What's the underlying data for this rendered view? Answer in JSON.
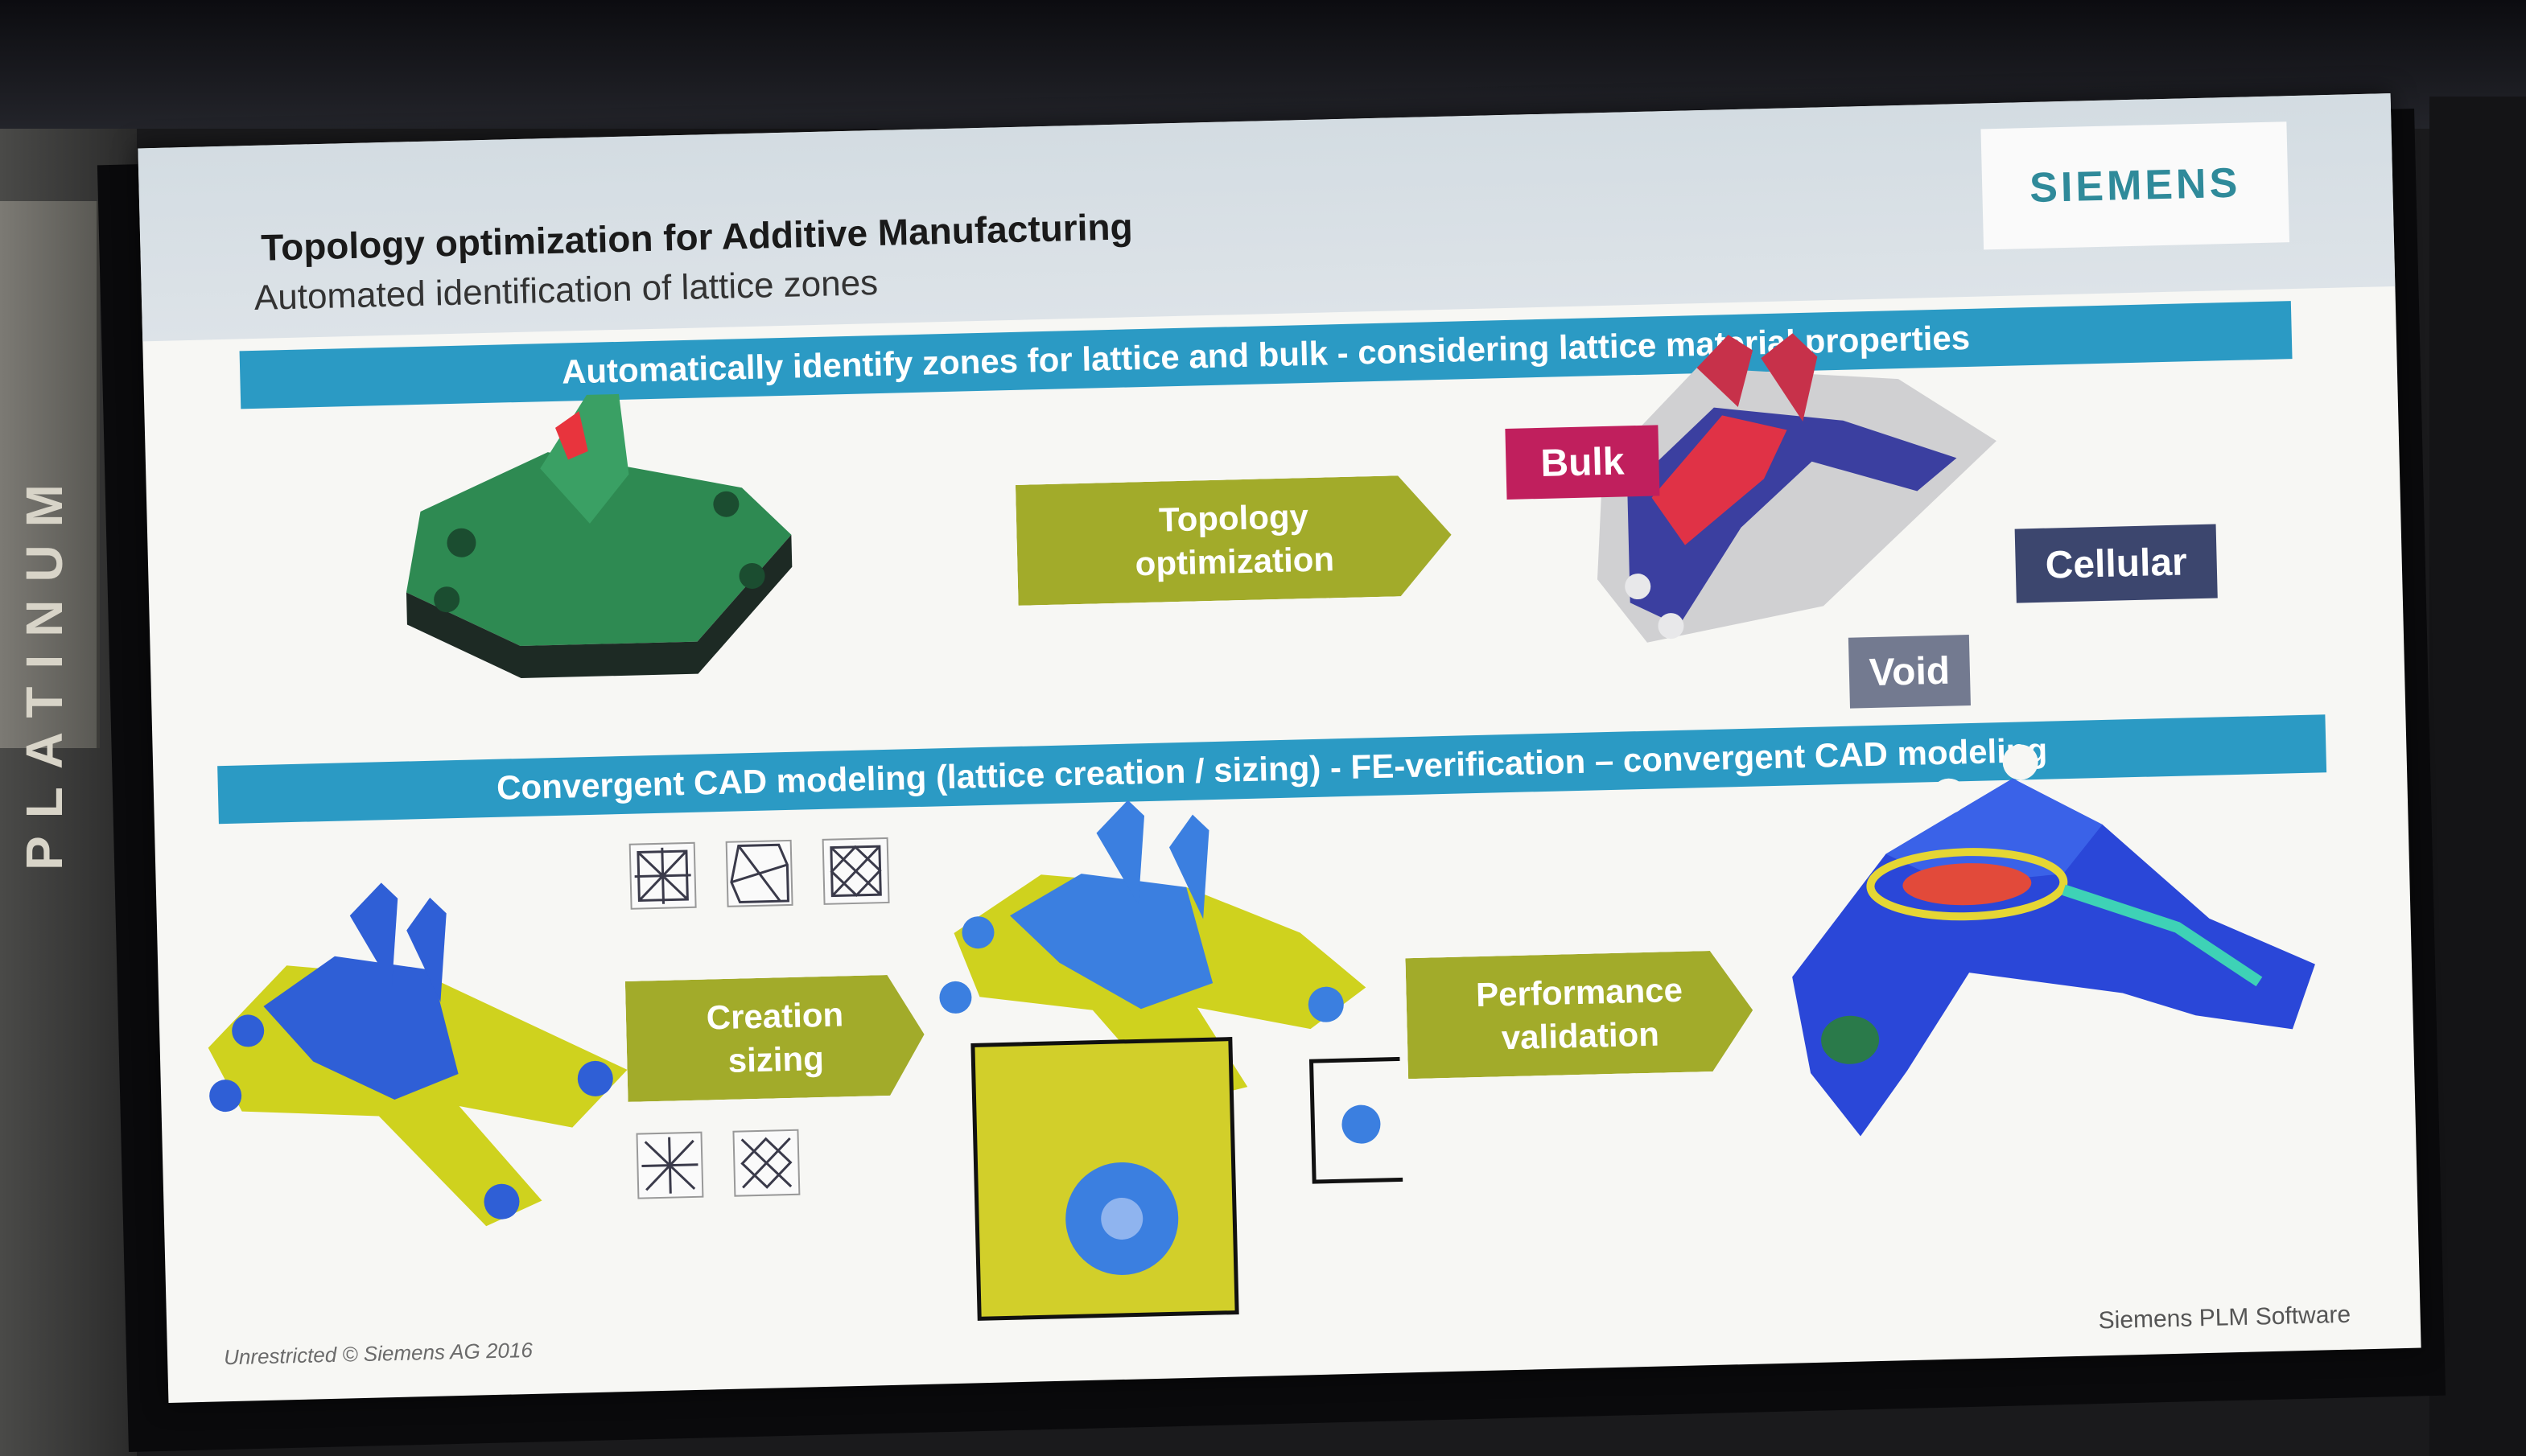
{
  "venue": {
    "pillar_text": "PLATINUM"
  },
  "slide": {
    "title": "Topology optimization for Additive Manufacturing",
    "subtitle": "Automated identification of lattice zones",
    "logo": "SIEMENS",
    "banner_top": "Automatically identify zones for lattice and bulk - considering lattice material properties",
    "banner_bottom": "Convergent CAD modeling (lattice creation / sizing) -  FE-verification – convergent CAD modeling",
    "arrows": {
      "topology": {
        "line1": "Topology",
        "line2": "optimization"
      },
      "creation": {
        "line1": "Creation",
        "line2": "sizing"
      },
      "performance": {
        "line1": "Performance",
        "line2": "validation"
      }
    },
    "labels": {
      "bulk": "Bulk",
      "cellular": "Cellular",
      "void": "Void"
    },
    "footer_left": "Unrestricted © Siemens AG 2016",
    "footer_right": "Siemens PLM Software"
  },
  "colors": {
    "banner": "#2b9ac4",
    "arrow": "#a2ab2a",
    "bulk": "#c01f5d",
    "cellular": "#3c466e",
    "void": "#737a90",
    "logo": "#2f8a9a",
    "part_green": "#2e8a52",
    "part_blue": "#2f5fd6",
    "part_yellow": "#cfd21e"
  }
}
